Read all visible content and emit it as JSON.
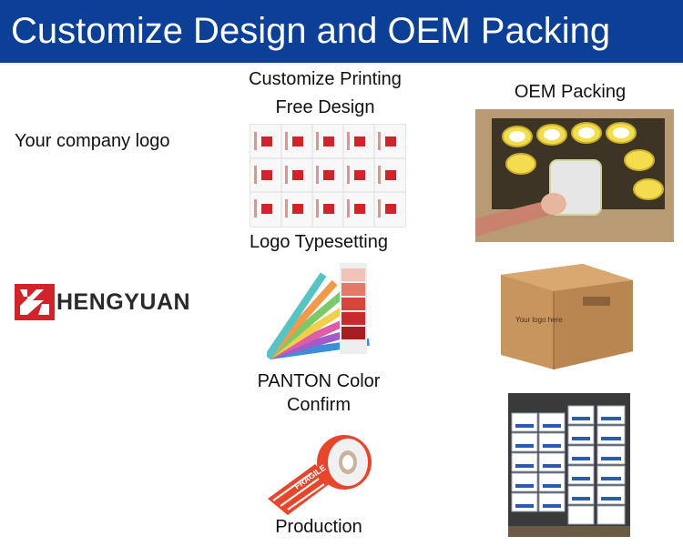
{
  "banner": {
    "title": "Customize Design and OEM Packing"
  },
  "left": {
    "company_logo_label": "Your company logo",
    "brand_name": "HENGYUAN"
  },
  "center": {
    "printing_title": "Customize Printing",
    "printing_subtitle": "Free Design",
    "typesetting_label": "Logo Typesetting",
    "panton_line1": "PANTON Color",
    "panton_line2": "Confirm",
    "production_label": "Production",
    "fragile_text": "FRAGILE"
  },
  "right": {
    "oem_label": "OEM Packing",
    "box_text": "Your logo here"
  },
  "colors": {
    "banner": "#0c3f96",
    "brand_red": "#d2232a",
    "carton": "#c8955e",
    "orange": "#e8452a"
  }
}
